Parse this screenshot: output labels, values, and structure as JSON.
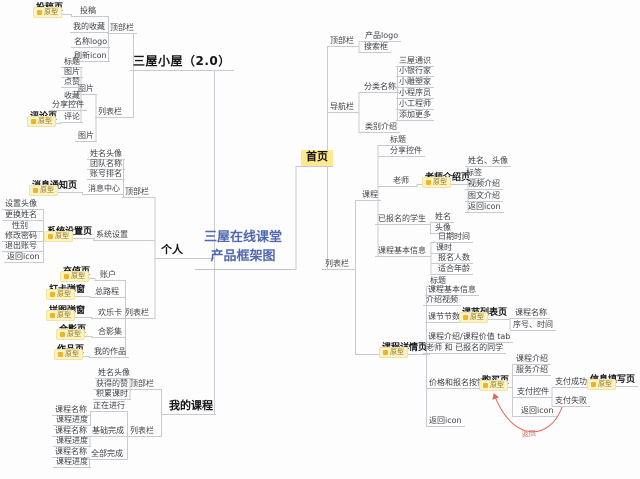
{
  "center": {
    "line1": "三屋在线课堂",
    "line2": "产品框架图"
  },
  "tag_label": "原型",
  "arrow_label": "返回",
  "colors": {
    "center_text": "#5268ae",
    "connector": "#c7cbd1",
    "tag_bg": "#fcf3c5",
    "highlight": "#ffe88d",
    "arrow": "#e06a5a"
  },
  "nodes": [
    {
      "id": "tougao-page",
      "label": "投稿页",
      "type": "page",
      "tag": true
    },
    {
      "id": "tougao",
      "label": "投稿",
      "type": "plain"
    },
    {
      "id": "my-favorites",
      "label": "我的收藏",
      "type": "plain"
    },
    {
      "id": "name-logo",
      "label": "名称logo",
      "type": "plain"
    },
    {
      "id": "refresh-icon",
      "label": "刷新icon",
      "type": "plain"
    },
    {
      "id": "topbar-1",
      "label": "顶部栏",
      "type": "plain"
    },
    {
      "id": "sanwu",
      "label": "三屋小屋（2.0）",
      "type": "big"
    },
    {
      "id": "listbar-1",
      "label": "列表栏",
      "type": "plain"
    },
    {
      "id": "pic-1",
      "label": "图片",
      "type": "plain"
    },
    {
      "id": "pic-2",
      "label": "图片",
      "type": "plain"
    },
    {
      "id": "title-1",
      "label": "标题",
      "type": "plain"
    },
    {
      "id": "pic-3",
      "label": "图片",
      "type": "plain"
    },
    {
      "id": "like",
      "label": "点赞",
      "type": "plain"
    },
    {
      "id": "collect",
      "label": "收藏",
      "type": "plain"
    },
    {
      "id": "share-1",
      "label": "分享控件",
      "type": "plain"
    },
    {
      "id": "comment",
      "label": "评论",
      "type": "plain"
    },
    {
      "id": "comment-page",
      "label": "评论页",
      "type": "page",
      "tag": true
    },
    {
      "id": "geren",
      "label": "个人",
      "type": "major"
    },
    {
      "id": "topbar-2",
      "label": "顶部栏",
      "type": "plain"
    },
    {
      "id": "avatar-name-1",
      "label": "姓名头像",
      "type": "plain"
    },
    {
      "id": "team-name",
      "label": "团队名称",
      "type": "plain"
    },
    {
      "id": "account-rank",
      "label": "账号排名",
      "type": "plain"
    },
    {
      "id": "msg-center",
      "label": "消息中心",
      "type": "plain"
    },
    {
      "id": "msg-page",
      "label": "消息通知页",
      "type": "page",
      "tag": true
    },
    {
      "id": "sys-setting",
      "label": "系统设置",
      "type": "plain"
    },
    {
      "id": "sys-page",
      "label": "系统设置页",
      "type": "page",
      "tag": true
    },
    {
      "id": "set-avatar",
      "label": "设置头像",
      "type": "plain"
    },
    {
      "id": "change-name",
      "label": "更换姓名",
      "type": "plain"
    },
    {
      "id": "gender",
      "label": "性别",
      "type": "plain"
    },
    {
      "id": "change-pwd",
      "label": "修改密码",
      "type": "plain"
    },
    {
      "id": "logout",
      "label": "退出账号",
      "type": "plain"
    },
    {
      "id": "back-icon-1",
      "label": "返回icon",
      "type": "plain"
    },
    {
      "id": "listbar-2",
      "label": "列表栏",
      "type": "plain"
    },
    {
      "id": "account",
      "label": "账户",
      "type": "plain"
    },
    {
      "id": "recharge-page",
      "label": "充值页",
      "type": "page",
      "tag": true
    },
    {
      "id": "total-mileage",
      "label": "总路程",
      "type": "plain"
    },
    {
      "id": "daka-popup",
      "label": "打卡弹窗",
      "type": "page",
      "tag": true
    },
    {
      "id": "huanle-card",
      "label": "欢乐卡",
      "type": "plain"
    },
    {
      "id": "pintu-popup",
      "label": "拼图弹窗",
      "type": "page",
      "tag": true
    },
    {
      "id": "heying-ji",
      "label": "合影集",
      "type": "plain"
    },
    {
      "id": "heying-page",
      "label": "合影页",
      "type": "page",
      "tag": true
    },
    {
      "id": "my-works",
      "label": "我的作品",
      "type": "plain"
    },
    {
      "id": "works-page",
      "label": "作品页",
      "type": "page",
      "tag": true
    },
    {
      "id": "my-course",
      "label": "我的课程",
      "type": "major"
    },
    {
      "id": "topbar-3",
      "label": "顶部栏",
      "type": "plain"
    },
    {
      "id": "avatar-name-2",
      "label": "姓名头像",
      "type": "plain"
    },
    {
      "id": "likes-got",
      "label": "获得的赞",
      "type": "plain"
    },
    {
      "id": "course-hours",
      "label": "积累课时",
      "type": "plain"
    },
    {
      "id": "listbar-3",
      "label": "列表栏",
      "type": "plain"
    },
    {
      "id": "ongoing",
      "label": "正在进行",
      "type": "plain"
    },
    {
      "id": "basic-done",
      "label": "基础完成",
      "type": "plain"
    },
    {
      "id": "all-done",
      "label": "全部完成",
      "type": "plain"
    },
    {
      "id": "cname-1",
      "label": "课程名称",
      "type": "plain"
    },
    {
      "id": "cprog-1",
      "label": "课程进度",
      "type": "plain"
    },
    {
      "id": "cname-2",
      "label": "课程名称",
      "type": "plain"
    },
    {
      "id": "cprog-2",
      "label": "课程进度",
      "type": "plain"
    },
    {
      "id": "cname-3",
      "label": "课程名称",
      "type": "plain"
    },
    {
      "id": "cprog-3",
      "label": "课程进度",
      "type": "plain"
    },
    {
      "id": "homepage",
      "label": "首页",
      "type": "hl"
    },
    {
      "id": "topbar-4",
      "label": "顶部栏",
      "type": "plain"
    },
    {
      "id": "product-logo",
      "label": "产品logo",
      "type": "plain"
    },
    {
      "id": "search-box",
      "label": "搜索框",
      "type": "plain"
    },
    {
      "id": "navbar",
      "label": "导航栏",
      "type": "plain"
    },
    {
      "id": "category-name",
      "label": "分类名称",
      "type": "plain"
    },
    {
      "id": "cat-1",
      "label": "三屋通识",
      "type": "plain"
    },
    {
      "id": "cat-2",
      "label": "小银行家",
      "type": "plain"
    },
    {
      "id": "cat-3",
      "label": "小雕塑家",
      "type": "plain"
    },
    {
      "id": "cat-4",
      "label": "小程序员",
      "type": "plain"
    },
    {
      "id": "cat-5",
      "label": "小工程师",
      "type": "plain"
    },
    {
      "id": "cat-6",
      "label": "添加更多",
      "type": "plain"
    },
    {
      "id": "category-intro",
      "label": "类别介绍",
      "type": "plain"
    },
    {
      "id": "listbar-4",
      "label": "列表栏",
      "type": "plain"
    },
    {
      "id": "course-node",
      "label": "课程",
      "type": "plain"
    },
    {
      "id": "title-2",
      "label": "标题",
      "type": "plain"
    },
    {
      "id": "share-2",
      "label": "分享控件",
      "type": "plain"
    },
    {
      "id": "teacher",
      "label": "老师",
      "type": "plain"
    },
    {
      "id": "teacher-page",
      "label": "老师介绍页",
      "type": "page",
      "tag": true
    },
    {
      "id": "name-avatar",
      "label": "姓名、头像",
      "type": "plain"
    },
    {
      "id": "tags-node",
      "label": "标签",
      "type": "plain"
    },
    {
      "id": "video-intro",
      "label": "视频介绍",
      "type": "plain"
    },
    {
      "id": "pic-text-intro",
      "label": "图文介绍",
      "type": "plain"
    },
    {
      "id": "back-icon-2",
      "label": "返回icon",
      "type": "plain"
    },
    {
      "id": "enrolled-students",
      "label": "已报名的学生",
      "type": "plain"
    },
    {
      "id": "stu-name",
      "label": "姓名",
      "type": "plain"
    },
    {
      "id": "stu-avatar",
      "label": "头像",
      "type": "plain"
    },
    {
      "id": "course-basic-1",
      "label": "课程基本信息",
      "type": "plain"
    },
    {
      "id": "datetime",
      "label": "日期时间",
      "type": "plain"
    },
    {
      "id": "keshi",
      "label": "课时",
      "type": "plain"
    },
    {
      "id": "enroll-count",
      "label": "报名人数",
      "type": "plain"
    },
    {
      "id": "fit-age",
      "label": "适合年龄",
      "type": "plain"
    },
    {
      "id": "course-detail-page",
      "label": "课程详情页",
      "type": "page",
      "tag": true
    },
    {
      "id": "title-3",
      "label": "标题",
      "type": "plain"
    },
    {
      "id": "course-basic-2",
      "label": "课程基本信息",
      "type": "plain"
    },
    {
      "id": "intro-video",
      "label": "介绍视频",
      "type": "plain"
    },
    {
      "id": "lesson-count",
      "label": "课节节数",
      "type": "plain"
    },
    {
      "id": "lesson-list-page",
      "label": "课节列表页",
      "type": "page",
      "tag": true
    },
    {
      "id": "lesson-cname",
      "label": "课程名称",
      "type": "plain"
    },
    {
      "id": "seq-time",
      "label": "序号、时间",
      "type": "plain"
    },
    {
      "id": "course-value-tab",
      "label": "课程介绍/课程价值 tab",
      "type": "plain"
    },
    {
      "id": "teacher-and-students",
      "label": "老师 和 已报名的同学",
      "type": "plain"
    },
    {
      "id": "price-button",
      "label": "价格和报名按钮",
      "type": "plain"
    },
    {
      "id": "buy-page",
      "label": "购买页",
      "type": "page",
      "tag": true
    },
    {
      "id": "course-intro-2",
      "label": "课程介绍",
      "type": "plain"
    },
    {
      "id": "service-intro",
      "label": "服务介绍",
      "type": "plain"
    },
    {
      "id": "pay-widget",
      "label": "支付控件",
      "type": "plain"
    },
    {
      "id": "pay-success",
      "label": "支付成功",
      "type": "plain"
    },
    {
      "id": "info-page",
      "label": "信息填写页",
      "type": "page",
      "tag": true
    },
    {
      "id": "pay-fail",
      "label": "支付失败",
      "type": "plain"
    },
    {
      "id": "back-icon-3",
      "label": "返回icon",
      "type": "plain"
    },
    {
      "id": "back-icon-4",
      "label": "返回icon",
      "type": "plain"
    }
  ]
}
